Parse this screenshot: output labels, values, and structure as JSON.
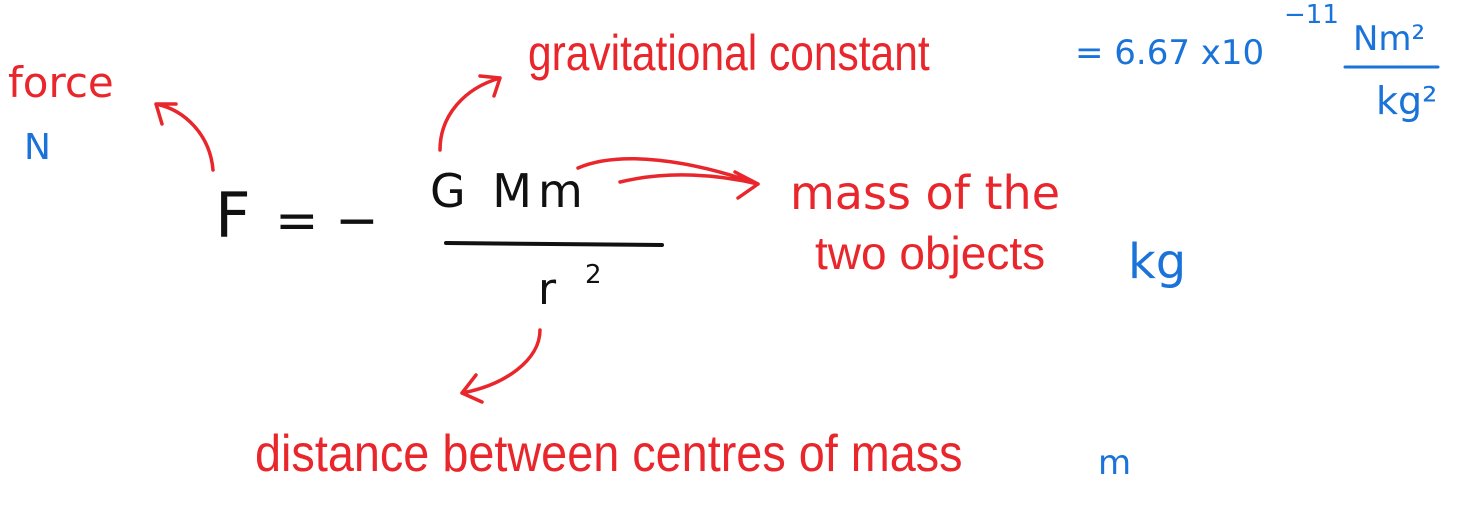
{
  "equation": {
    "lhs": "F",
    "equals_minus": "= −",
    "numerator": "G Mm",
    "denominator": "r",
    "denominator_power": "2"
  },
  "annotations": {
    "force": {
      "label": "force",
      "unit": "N"
    },
    "gravitational_constant": {
      "label": "gravitational constant",
      "value": "= 6.67 x10",
      "exponent": "−11",
      "unit_numerator": "Nm²",
      "unit_denominator": "kg²"
    },
    "masses": {
      "line1": "mass of the",
      "line2": "two objects",
      "unit": "kg"
    },
    "distance": {
      "label": "distance between centres of mass",
      "unit": "m"
    }
  },
  "colors": {
    "annotation": "#e8262b",
    "units": "#1a73d9",
    "equation": "#111111"
  }
}
